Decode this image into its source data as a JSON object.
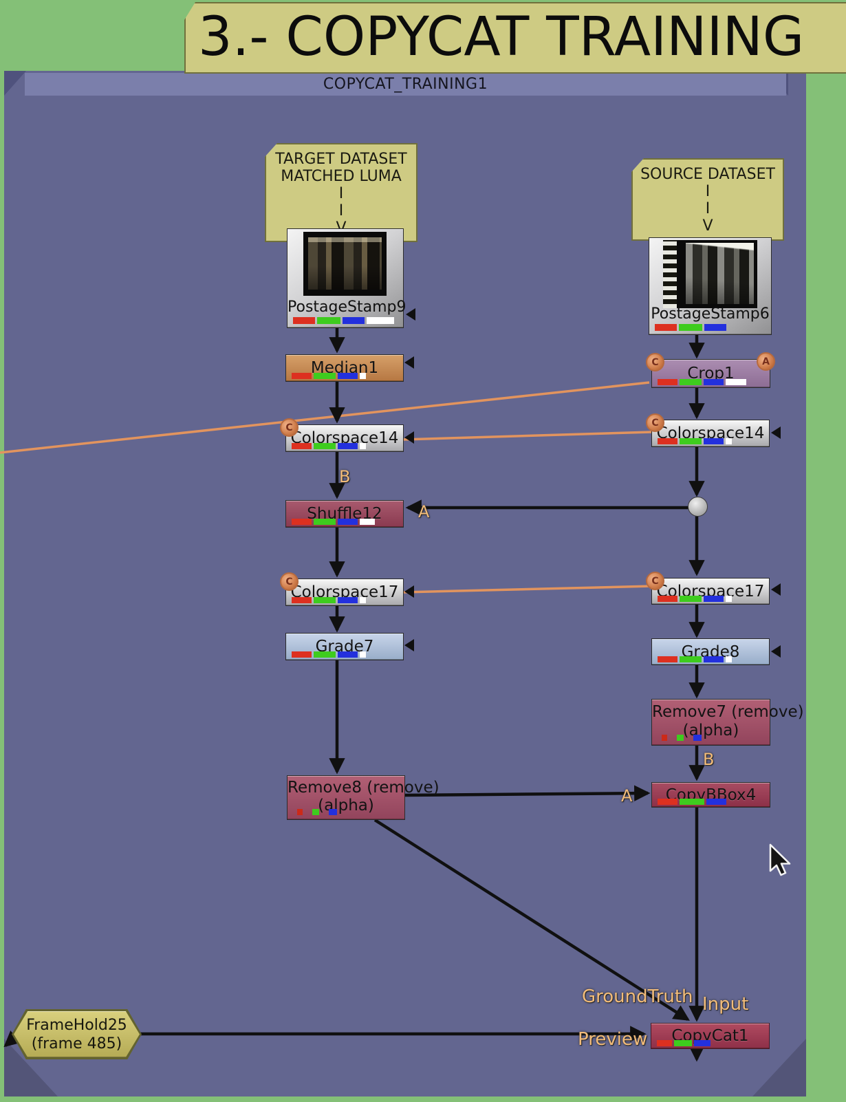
{
  "banner": {
    "title": "3.- COPYCAT TRAINING"
  },
  "backdrop": {
    "label": "COPYCAT_TRAINING1"
  },
  "notes": {
    "target": {
      "lines": [
        "TARGET DATASET",
        "MATCHED LUMA",
        "I",
        "I",
        "V"
      ]
    },
    "source": {
      "lines": [
        "SOURCE DATASET",
        "I",
        "I",
        "V"
      ]
    }
  },
  "nodes": {
    "postagestamp9": {
      "label": "PostageStamp9"
    },
    "median1": {
      "label": "Median1"
    },
    "colorspace14_left": {
      "label": "Colorspace14",
      "badge": "C"
    },
    "shuffle12": {
      "label": "Shuffle12"
    },
    "colorspace17_left": {
      "label": "Colorspace17",
      "badge": "C"
    },
    "grade7": {
      "label": "Grade7"
    },
    "remove8": {
      "label_line1": "Remove8 (remove)",
      "label_line2": "(alpha)"
    },
    "postagestamp6": {
      "label": "PostageStamp6"
    },
    "crop1": {
      "label": "Crop1",
      "badge_left": "C",
      "badge_right": "A"
    },
    "colorspace14_right": {
      "label": "Colorspace14",
      "badge": "C"
    },
    "colorspace17_right": {
      "label": "Colorspace17",
      "badge": "C"
    },
    "grade8": {
      "label": "Grade8"
    },
    "remove7": {
      "label_line1": "Remove7 (remove)",
      "label_line2": "(alpha)"
    },
    "copybbox4": {
      "label": "CopyBBox4"
    },
    "copycat1": {
      "label": "CopyCat1"
    },
    "framehold25": {
      "label_line1": "FrameHold25",
      "label_line2": "(frame 485)"
    }
  },
  "port_labels": {
    "shuffle_b": "B",
    "shuffle_a": "A",
    "copybbox_b": "B",
    "copybbox_a": "A",
    "groundtruth": "GroundTruth",
    "input": "Input",
    "preview": "Preview"
  },
  "colors": {
    "bg-green": "#84c077",
    "backdrop": "#636690",
    "backdrop-header": "#7b7fab",
    "note": "#cecb83",
    "expression-link": "#e2945e",
    "port-label": "#f2bc7a",
    "line": "#101010"
  }
}
